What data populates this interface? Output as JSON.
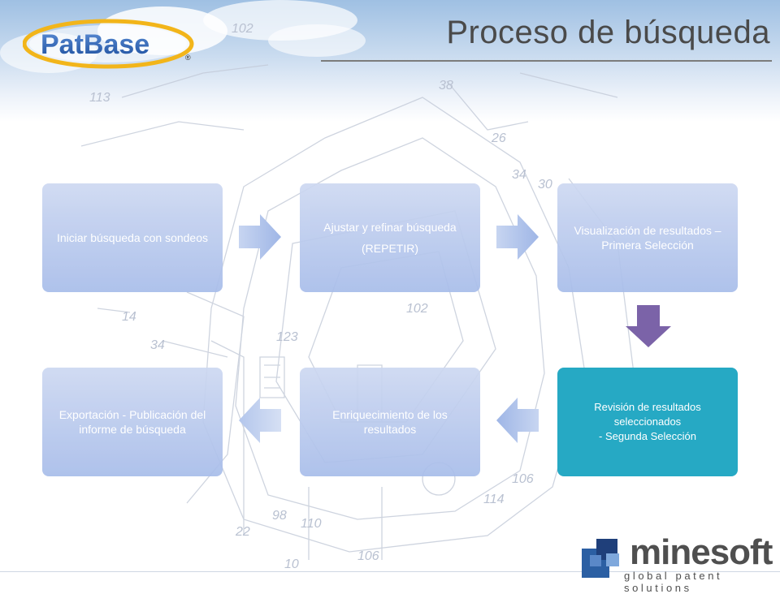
{
  "header": {
    "title": "Proceso de búsqueda",
    "logo_text": "PatBase",
    "logo_mark": "®"
  },
  "flow": {
    "box1": {
      "label": "Iniciar búsqueda con sondeos"
    },
    "box2": {
      "label": "Ajustar y refinar búsqueda",
      "label2": "(REPETIR)"
    },
    "box3": {
      "label": "Visualización de resultados – Primera Selección"
    },
    "box4": {
      "label": "Revisión de resultados seleccionados",
      "label2": "- Segunda Selección"
    },
    "box5": {
      "label": "Enriquecimiento de los resultados"
    },
    "box6": {
      "label": "Exportación - Publicación del informe de búsqueda"
    }
  },
  "footer": {
    "brand_left": "mine",
    "brand_right": "soft",
    "tagline": "global patent solutions"
  },
  "colors": {
    "box_light": "#b7c8ee",
    "box_highlight": "#26a9c4",
    "arrow_light": "#9fb6e6",
    "arrow_down": "#7b63a8"
  }
}
